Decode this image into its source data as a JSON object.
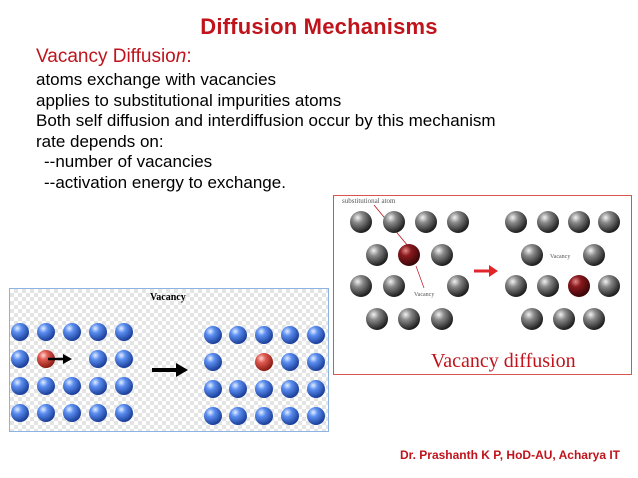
{
  "slide": {
    "title": "Diffusion Mechanisms",
    "subhead_main": "Vacancy Diffusio",
    "subhead_italic": "n",
    "subhead_colon": ":",
    "lines": [
      "atoms exchange with vacancies",
      "applies to substitutional impurities atoms",
      "Both self diffusion and interdiffusion occur by this mechanism",
      "rate depends on:",
      "--number of vacancies",
      "--activation energy to exchange."
    ],
    "credit": "Dr. Prashanth K P, HoD-AU, Acharya IT"
  },
  "left_figure": {
    "vacancy_label": "Vacancy"
  },
  "right_figure": {
    "substitutional_label": "substitutional atom",
    "vacancy_label_before": "Vacancy",
    "vacancy_label_after": "Vacancy",
    "caption": "Vacancy diffusion"
  },
  "colors": {
    "title_red": "#c0131b",
    "blue_atom": "#3b6fd6",
    "red_atom": "#c9302c",
    "gray_atom": "#4a4a4a",
    "maroon_atom": "#6b0f12",
    "arrow_red": "#e0262b"
  }
}
